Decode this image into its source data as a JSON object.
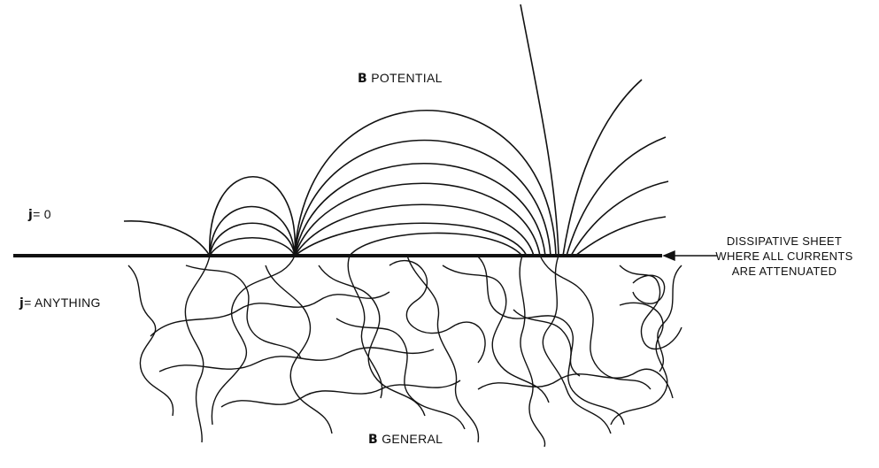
{
  "labels": {
    "top": {
      "symbol": "B",
      "text": "POTENTIAL"
    },
    "bottom": {
      "symbol": "B",
      "text": "GENERAL"
    },
    "upper_left": {
      "symbol": "j",
      "text": "= 0"
    },
    "lower_left": {
      "symbol": "j",
      "text": "= ANYTHING"
    },
    "sheet": [
      "DISSIPATIVE SHEET",
      "WHERE ALL CURRENTS",
      "ARE ATTENUATED"
    ]
  },
  "colors": {
    "ink": "#111111",
    "background": "#ffffff"
  }
}
